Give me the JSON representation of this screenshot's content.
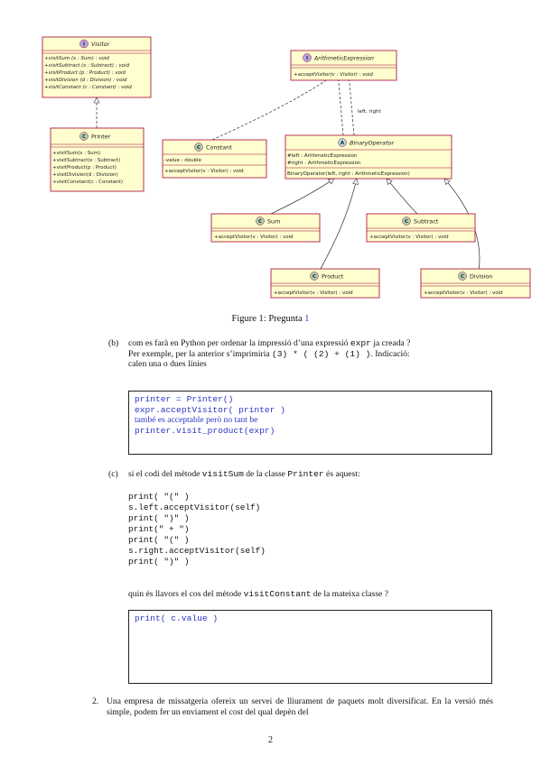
{
  "uml": {
    "visitor": {
      "stereotype": "I",
      "name": "Visitor",
      "methods": [
        "+visitSum (s : Sum) : void",
        "+visitSubtract (s : Subtract) : void",
        "+visitProduct (p : Product) : void",
        "+visitDivision (d : Division) : void",
        "+visitConstant (c : Constant) : void"
      ]
    },
    "printer": {
      "stereotype": "C",
      "name": "Printer",
      "methods": [
        "+visitSum(s : Sum)",
        "+visitSubtract(s : Subtract)",
        "+visitProduct(p : Product)",
        "+visitDivision(d : Division)",
        "+visitConstant(c : Constant)"
      ]
    },
    "expression": {
      "stereotype": "I",
      "name": "ArithmeticExpression",
      "methods": [
        "+acceptVisitor(v : Visitor) : void"
      ]
    },
    "constant": {
      "stereotype": "C",
      "name": "Constant",
      "fields": [
        "-value : double"
      ],
      "methods": [
        "+acceptVisitor(v : Visitor) : void"
      ]
    },
    "binary": {
      "stereotype": "A",
      "name": "BinaryOperator",
      "fields": [
        "#left : ArithmeticExpression",
        "#right : ArithmeticExpression"
      ],
      "methods": [
        "BinaryOperator(left, right : ArithmeticExpression)"
      ]
    },
    "sum": {
      "stereotype": "C",
      "name": "Sum",
      "methods": [
        "+acceptVisitor(v : Visitor) : void"
      ]
    },
    "subtract": {
      "stereotype": "C",
      "name": "Subtract",
      "methods": [
        "+acceptVisitor(v : Visitor) : void"
      ]
    },
    "product": {
      "stereotype": "C",
      "name": "Product",
      "methods": [
        "+acceptVisitor(v : Visitor) : void"
      ]
    },
    "division": {
      "stereotype": "C",
      "name": "Division",
      "methods": [
        "+acceptVisitor(v : Visitor) : void"
      ]
    },
    "assoc_label": "left, right"
  },
  "caption": {
    "prefix": "Figure 1: Pregunta ",
    "ref": "1"
  },
  "question_b": {
    "label": "(b)",
    "text_1": "com es farà en Python per ordenar la impressió d’una expressió ",
    "code_1": "expr",
    "text_2": " ja creada ? Per exemple, per la anterior s’imprimiria ",
    "code_2": "(3) * ( (2) + (1) )",
    "text_3": ". Indicació: calen una o dues línies",
    "answer": {
      "line_1": "printer = Printer()",
      "line_2": "expr.acceptVisitor( printer )",
      "line_3": "també es acceptable però no tant be",
      "line_4": "printer.visit_product(expr)"
    }
  },
  "question_c": {
    "label": "(c)",
    "text_1": "si el codi del mètode ",
    "code_1": "visitSum",
    "text_2": " de la classe ",
    "code_2": "Printer",
    "text_3": " és aquest:",
    "code_lines": [
      "print( \"(\" )",
      "s.left.acceptVisitor(self)",
      "print( \")\" )",
      "print(\" + \")",
      "print( \"(\" )",
      "s.right.acceptVisitor(self)",
      "print( \")\" )"
    ],
    "ask_1": "quin és llavors el cos del mètode ",
    "ask_code": "visitConstant",
    "ask_2": " de la mateixa classe ?",
    "answer": "print( c.value )"
  },
  "item_2": {
    "label": "2.",
    "text": "Una empresa de missatgeria ofereix un servei de lliurament de paquets molt diversificat. En la versió més simple, podem fer un enviament el cost del qual depèn del"
  },
  "page_number": "2",
  "colors": {
    "class_fill": "#fefece",
    "class_header": "#f6f6ea",
    "class_border": "#a80036",
    "interface_circle": "#b4a7e5",
    "class_circle": "#add1b2",
    "abstract_circle": "#a9dcdf",
    "link": "#2b35c4"
  }
}
